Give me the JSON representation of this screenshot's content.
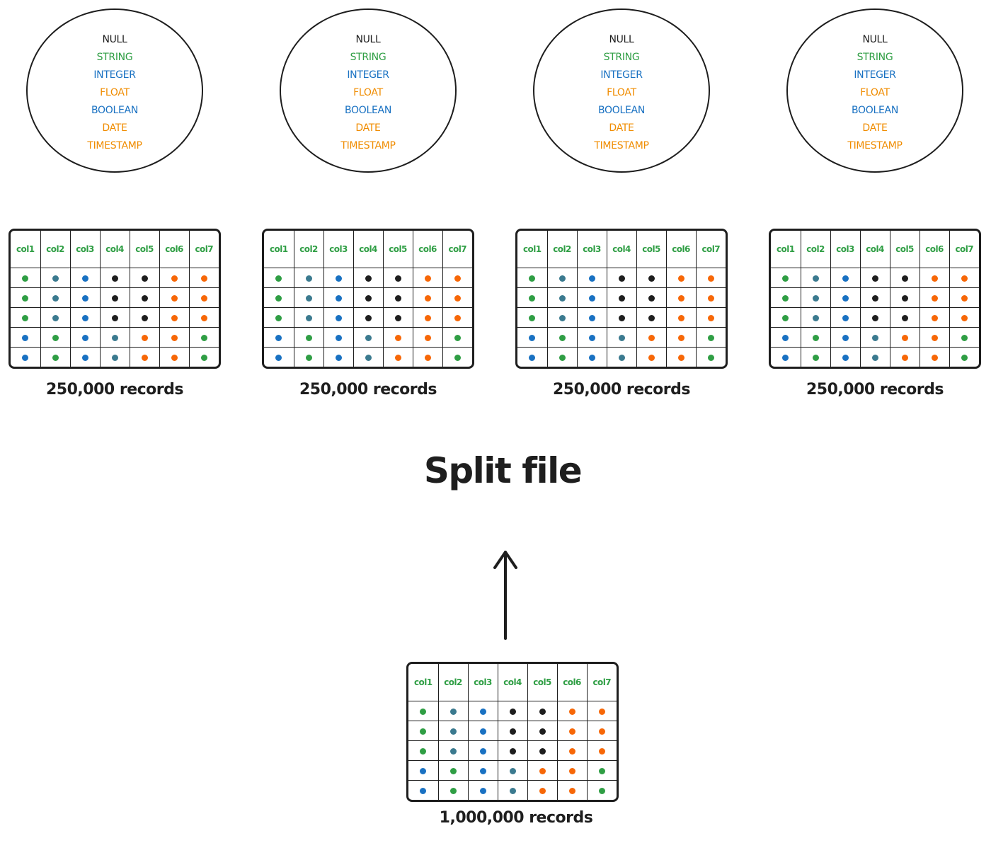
{
  "title": "Split file",
  "type_list": [
    {
      "label": "NULL",
      "color": "#1e1e1e"
    },
    {
      "label": "STRING",
      "color": "#2f9e44"
    },
    {
      "label": "INTEGER",
      "color": "#1971c2"
    },
    {
      "label": "FLOAT",
      "color": "#f08c00"
    },
    {
      "label": "BOOLEAN",
      "color": "#1971c2"
    },
    {
      "label": "DATE",
      "color": "#f08c00"
    },
    {
      "label": "TIMESTAMP",
      "color": "#f08c00"
    }
  ],
  "columns": [
    "col1",
    "col2",
    "col3",
    "col4",
    "col5",
    "col6",
    "col7"
  ],
  "colors": {
    "green": "#2f9e44",
    "blue": "#1971c2",
    "teal": "#3b7a8f",
    "black": "#1e1e1e",
    "orange": "#f76707"
  },
  "rows": [
    [
      "green",
      "teal",
      "blue",
      "black",
      "black",
      "orange",
      "orange"
    ],
    [
      "green",
      "teal",
      "blue",
      "black",
      "black",
      "orange",
      "orange"
    ],
    [
      "green",
      "teal",
      "blue",
      "black",
      "black",
      "orange",
      "orange"
    ],
    [
      "blue",
      "green",
      "blue",
      "teal",
      "orange",
      "orange",
      "green"
    ],
    [
      "blue",
      "green",
      "blue",
      "teal",
      "orange",
      "orange",
      "green"
    ]
  ],
  "partitions": [
    {
      "caption": "250,000 records"
    },
    {
      "caption": "250,000 records"
    },
    {
      "caption": "250,000 records"
    },
    {
      "caption": "250,000 records"
    }
  ],
  "source": {
    "caption": "1,000,000 records"
  }
}
